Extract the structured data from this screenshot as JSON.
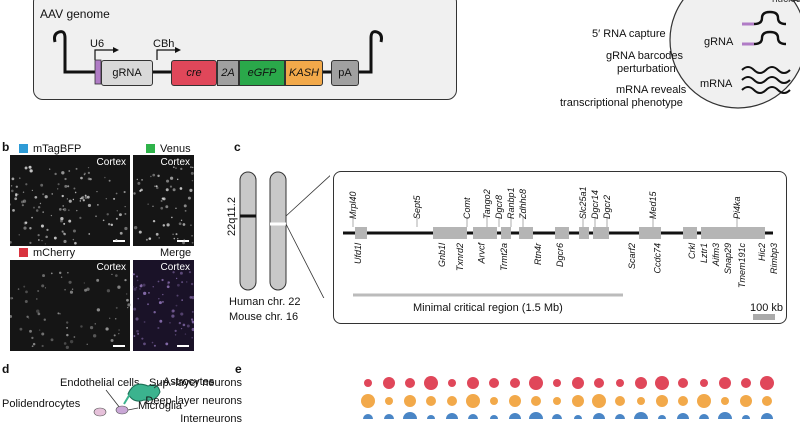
{
  "panel_a": {
    "box_title": "AAV genome",
    "promoters": [
      "U6",
      "CBh"
    ],
    "elements": [
      {
        "label": "gRNA",
        "color": "#d9d9d9",
        "italic": false
      },
      {
        "label": "cre",
        "color": "#e0475a",
        "italic": true
      },
      {
        "label": "2A",
        "color": "#a0a0a0",
        "italic": true
      },
      {
        "label": "eGFP",
        "color": "#2aa84a",
        "italic": true
      },
      {
        "label": "KASH",
        "color": "#f2a94a",
        "italic": true
      },
      {
        "label": "pA",
        "color": "#a0a0a0",
        "italic": false
      }
    ],
    "nucleus_label": "nucleus",
    "capture_lines": [
      "5′ RNA capture",
      "gRNA barcodes",
      "perturbation",
      "mRNA reveals",
      "transcriptional phenotype"
    ],
    "gRNA_label": "gRNA",
    "mRNA_label": "mRNA",
    "accent_purple": "#b07cc6"
  },
  "panel_b": {
    "letter": "b",
    "channels": [
      {
        "name": "mTagBFP",
        "color": "#2e9bd6",
        "region": "Cortex"
      },
      {
        "name": "Venus",
        "color": "#2fb34a",
        "region": "Cortex"
      },
      {
        "name": "mCherry",
        "color": "#d9333f",
        "region": "Cortex"
      },
      {
        "name": "Merge",
        "color": null,
        "region": "Cortex"
      }
    ]
  },
  "panel_c": {
    "letter": "c",
    "band_label": "22q11.2",
    "species_lines": [
      "Human chr. 22",
      "Mouse chr. 16"
    ],
    "genes_top": [
      "Mrpl40",
      "Sept5",
      "Comt",
      "Tango2",
      "Dgcr8",
      "Ranbp1",
      "Zdhhc8",
      "Slc25a1",
      "Dgcr14",
      "Dgcr2",
      "Med15",
      "Pi4ka"
    ],
    "genes_bottom": [
      "Ufd1l",
      "Gnb1l",
      "Txnrd2",
      "Arvcf",
      "Trmt2a",
      "Rtn4r",
      "Dgcr6",
      "Scarf2",
      "Ccdc74",
      "Crkl",
      "Lztr1",
      "Aifm3",
      "Snap29",
      "Tmem191c",
      "Hic2",
      "Rimbp3"
    ],
    "region_label": "Minimal critical region (1.5 Mb)",
    "scale_label": "100 kb"
  },
  "panel_d": {
    "letter": "d",
    "labels": [
      "Endothelial cells",
      "Astrocytes",
      "Polidendrocytes",
      "Microglia"
    ]
  },
  "panel_e": {
    "letter": "e",
    "rows": [
      {
        "label": "Sup.-layer neurons",
        "color": "#e0475a"
      },
      {
        "label": "Deep-layer neurons",
        "color": "#f2a94a"
      },
      {
        "label": "Interneurons",
        "color": "#4a86c6"
      }
    ]
  }
}
